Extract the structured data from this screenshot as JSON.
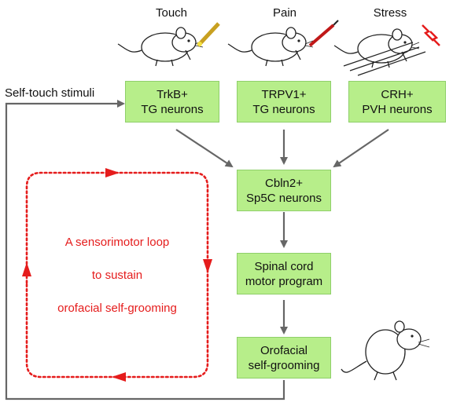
{
  "header": {
    "touch": "Touch",
    "pain": "Pain",
    "stress": "Stress"
  },
  "boxes": {
    "trkb": {
      "line1": "TrkB+",
      "line2": "TG neurons"
    },
    "trpv1": {
      "line1": "TRPV1+",
      "line2": "TG neurons"
    },
    "crh": {
      "line1": "CRH+",
      "line2": "PVH  neurons"
    },
    "cbln2": {
      "line1": "Cbln2+",
      "line2": "Sp5C neurons"
    },
    "spinal": {
      "line1": "Spinal cord",
      "line2": "motor program"
    },
    "groom": {
      "line1": "Orofacial",
      "line2": "self-grooming"
    }
  },
  "feedback_label": "Self-touch stimuli",
  "loop": {
    "line1": "A sensorimotor loop",
    "line2": "to sustain",
    "line3": "orofacial self-grooming"
  },
  "colors": {
    "box_fill": "#b7ee8a",
    "arrow": "#666666",
    "loop": "#e51c1c"
  },
  "icons": [
    "mouse-touch-icon",
    "mouse-pain-icon",
    "mouse-stress-icon",
    "grooming-mouse-icon"
  ]
}
